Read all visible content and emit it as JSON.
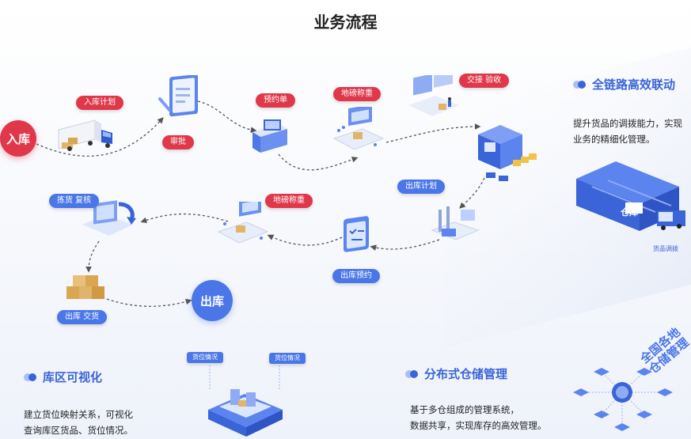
{
  "title": "业务流程",
  "nodes": {
    "inbound": "入库",
    "outbound": "出库"
  },
  "labels": {
    "inbound_plan": "入库计划",
    "approve": "审批",
    "reservation": "预约单",
    "weigh_in": "地磅称重",
    "handover_inspect": "交接 验收",
    "outbound_plan": "出库计划",
    "outbound_reservation": "出库预约",
    "weigh_out": "地磅称重",
    "pick_recheck": "拣货 复核",
    "outbound_handover": "出库 交货"
  },
  "sections": {
    "chain": {
      "heading": "全链路高效联动",
      "desc_line1": "提升货品的调拨能力，实现",
      "desc_line2": "业务的精细化管理。",
      "warehouse_sign": "仓库",
      "caption": "货品调拨"
    },
    "visual": {
      "heading": "库区可视化",
      "desc_line1": "建立货位映射关系，可视化",
      "desc_line2": "查询库区货品、货位情况。",
      "tag1": "货位情况",
      "tag2": "货位情况"
    },
    "distributed": {
      "heading": "分布式仓储管理",
      "desc_line1": "基于多仓组成的管理系统，",
      "desc_line2": "数据共享，实现库存的高效管理。",
      "diag_line1": "全国各地",
      "diag_line2": "仓储管理"
    }
  },
  "colors": {
    "red": "#e0384a",
    "blue": "#4a76e8",
    "accent": "#3a64d8"
  }
}
